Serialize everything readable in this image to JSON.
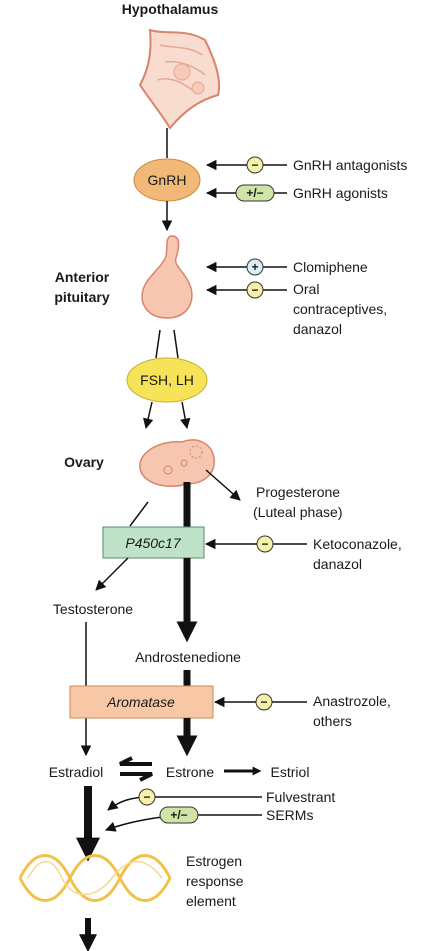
{
  "organs": {
    "hypothalamus": "Hypothalamus",
    "anterior_pituitary_line1": "Anterior",
    "anterior_pituitary_line2": "pituitary",
    "ovary": "Ovary"
  },
  "hormones": {
    "gnrh": "GnRH",
    "fsh_lh": "FSH, LH",
    "progesterone_line1": "Progesterone",
    "progesterone_line2": "(Luteal phase)",
    "testosterone": "Testosterone",
    "androstenedione": "Androstenedione",
    "estradiol": "Estradiol",
    "estrone": "Estrone",
    "estriol": "Estriol"
  },
  "enzymes": {
    "p450c17": "P450c17",
    "aromatase": "Aromatase"
  },
  "drugs": {
    "gnrh_antagonists": "GnRH antagonists",
    "gnrh_agonists": "GnRH agonists",
    "clomiphene": "Clomiphene",
    "oral_contraceptives_line1": "Oral",
    "oral_contraceptives_line2": "contraceptives,",
    "oral_contraceptives_line3": "danazol",
    "ketoconazole_line1": "Ketoconazole,",
    "ketoconazole_line2": "danazol",
    "anastrozole_line1": "Anastrozole,",
    "anastrozole_line2": "others",
    "fulvestrant": "Fulvestrant",
    "serms": "SERMs"
  },
  "effect_symbols": {
    "inhibit": "−",
    "stimulate": "+",
    "mixed": "+/−"
  },
  "ere": {
    "line1": "Estrogen",
    "line2": "response",
    "line3": "element"
  },
  "colors": {
    "gnrh_fill": "#f2b878",
    "fsh_lh_fill": "#f6e35a",
    "p450_fill": "#bfe3c8",
    "aromatase_fill": "#f8c8a6",
    "organ_fill": "#f6c6b0",
    "organ_stroke": "#d9846b",
    "inhibit_fill": "#f7f0a8",
    "stimulate_fill": "#d9eef7",
    "mixed_fill": "#cfe5a8",
    "helix": "#f1c24a"
  }
}
